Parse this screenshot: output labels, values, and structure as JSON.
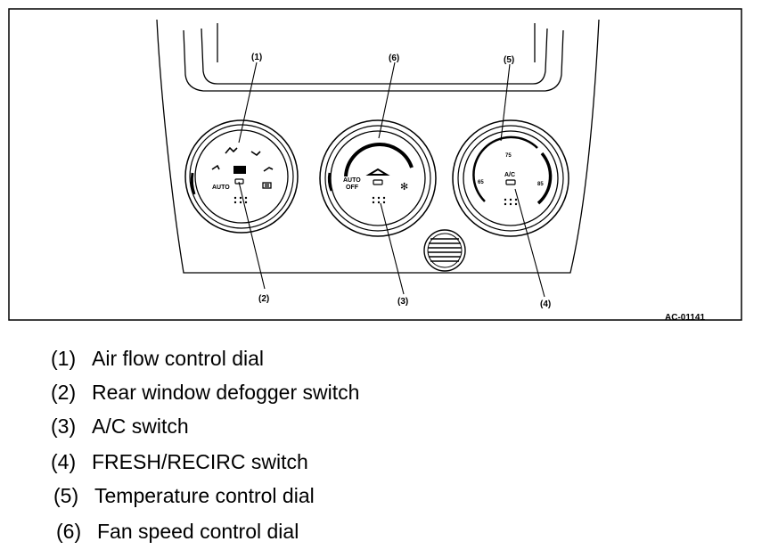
{
  "figure": {
    "code": "AC-01141",
    "callouts": [
      "(1)",
      "(2)",
      "(3)",
      "(4)",
      "(5)",
      "(6)"
    ],
    "dial_labels": {
      "auto": "AUTO",
      "auto_off_line1": "AUTO",
      "auto_off_line2": "OFF",
      "ac": "A/C",
      "temp_top": "75",
      "temp_left": "65",
      "temp_right": "85"
    }
  },
  "legend": [
    {
      "num": "(1)",
      "label": "Air flow control dial"
    },
    {
      "num": "(2)",
      "label": "Rear window defogger switch"
    },
    {
      "num": "(3)",
      "label": "A/C switch"
    },
    {
      "num": "(4)",
      "label": "FRESH/RECIRC switch"
    },
    {
      "num": "(5)",
      "label": "Temperature control dial"
    },
    {
      "num": "(6)",
      "label": "Fan speed control dial"
    }
  ]
}
